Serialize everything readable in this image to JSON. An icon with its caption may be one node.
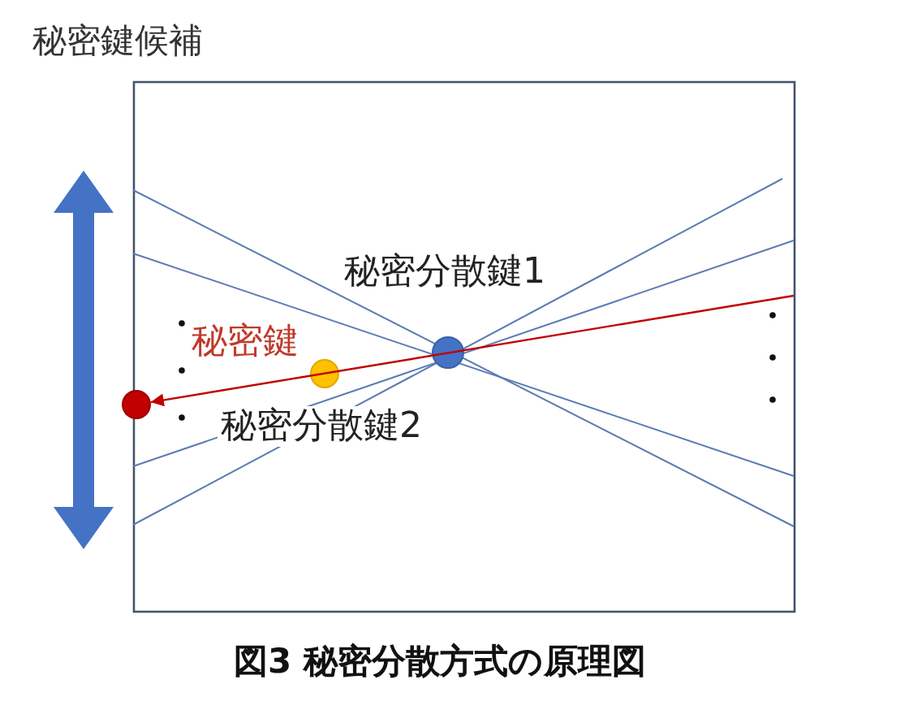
{
  "diagram": {
    "caption": "図3 秘密分散方式の原理図",
    "nodes": [
      {
        "text": [
          "秘密分散鍵1"
        ]
      },
      {
        "text": [
          "秘密鍵"
        ]
      },
      {
        "text": [
          "秘密分散鍵2"
        ]
      }
    ],
    "edges": [
      {
        "from": null,
        "to": 1,
        "arrow": "to",
        "color": "#c00000"
      }
    ],
    "labels": [
      "秘密鍵候補"
    ]
  }
}
